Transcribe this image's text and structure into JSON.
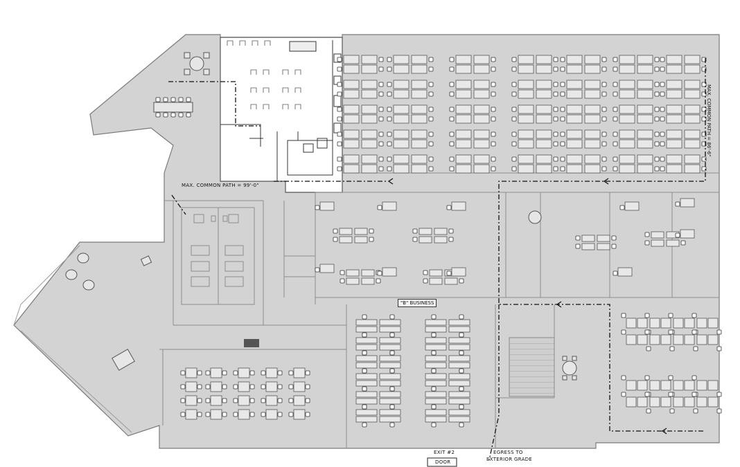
{
  "labels": {
    "zone": "\"B\" BUSINESS",
    "common_path_left": "MAX. COMMON PATH = 99'-0\"",
    "common_path_right": "MAX. COMMON PATH = 86'-6\"",
    "exit_label": "EXIT #2",
    "door_label": "DOOR",
    "egress_line1": "EGRESS TO",
    "egress_line2": "EXTERIOR GRADE"
  },
  "colors": {
    "floor": "#d3d3d3",
    "lines": "#8a8a8a",
    "highlight": "#ffffff",
    "egress_path": "#111111"
  }
}
